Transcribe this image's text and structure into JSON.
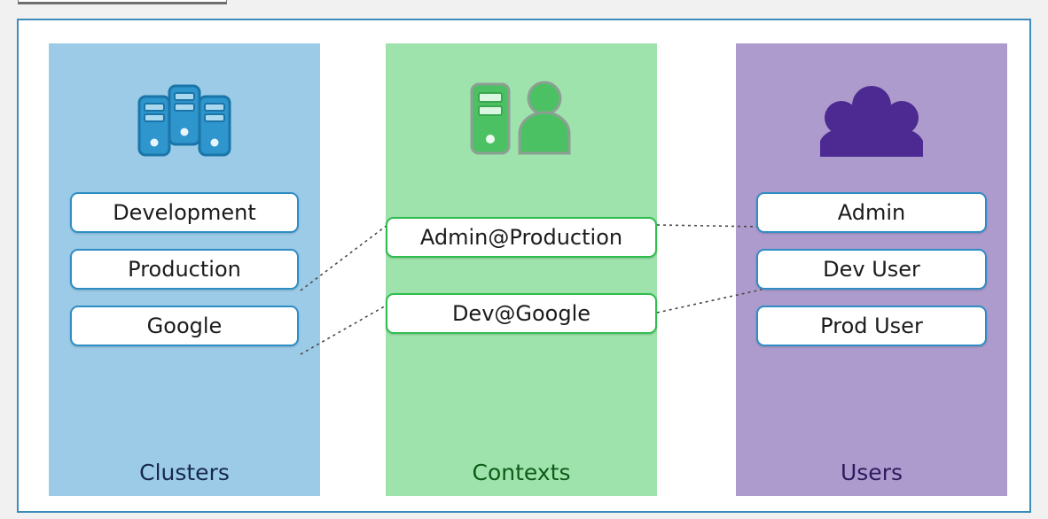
{
  "diagram": {
    "title_colors": {
      "clusters_label": "#16284f",
      "contexts_label": "#0d5c17",
      "users_label": "#2b1b5e",
      "clusters_panel": "#9ccbe8",
      "contexts_panel": "#9fe3ac",
      "users_panel": "#ae9bcd",
      "frame_border": "#3c8dba",
      "blue_box_border": "#2e8ec4",
      "green_box_border": "#2fbd4f"
    },
    "columns": [
      {
        "key": "clusters",
        "label": "Clusters",
        "icon": "servers-icon",
        "items": [
          {
            "label": "Development"
          },
          {
            "label": "Production"
          },
          {
            "label": "Google"
          }
        ]
      },
      {
        "key": "contexts",
        "label": "Contexts",
        "icon": "server-and-user-icon",
        "items": [
          {
            "label": "Admin@Production"
          },
          {
            "label": "Dev@Google"
          }
        ]
      },
      {
        "key": "users",
        "label": "Users",
        "icon": "users-group-icon",
        "items": [
          {
            "label": "Admin"
          },
          {
            "label": "Dev User"
          },
          {
            "label": "Prod User"
          }
        ]
      }
    ],
    "connections": [
      {
        "from": "Production",
        "to": "Admin@Production"
      },
      {
        "from": "Google",
        "to": "Dev@Google"
      },
      {
        "from": "Admin@Production",
        "to": "Admin"
      },
      {
        "from": "Dev@Google",
        "to": "Dev User"
      }
    ]
  }
}
